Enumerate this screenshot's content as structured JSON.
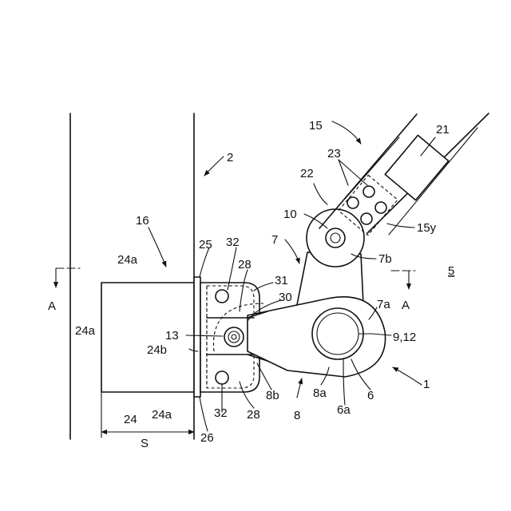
{
  "labels": {
    "l1": "1",
    "l2": "2",
    "l5": "5",
    "l6": "6",
    "l6a": "6a",
    "l7": "7",
    "l7a": "7a",
    "l7b": "7b",
    "l8": "8",
    "l8a": "8a",
    "l8b": "8b",
    "l9_12": "9,12",
    "l10": "10",
    "l13": "13",
    "l15": "15",
    "l15y": "15y",
    "l16": "16",
    "l21": "21",
    "l22": "22",
    "l23": "23",
    "l24": "24",
    "l24a_top": "24a",
    "l24a_left": "24a",
    "l24a_bottom": "24a",
    "l24b": "24b",
    "l25": "25",
    "l26": "26",
    "l28_top": "28",
    "l28_bottom": "28",
    "l30": "30",
    "l31": "31",
    "l32_top": "32",
    "l32_bottom": "32",
    "section_left": "A",
    "section_right": "A",
    "dim_s": "S"
  }
}
